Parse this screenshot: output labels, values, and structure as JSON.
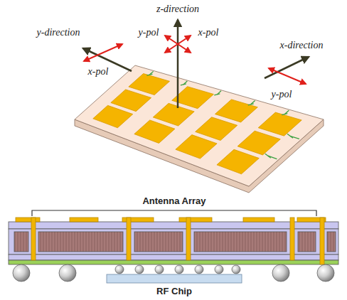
{
  "diagram": {
    "labels": [
      "z-direction",
      "y-pol",
      "x-pol",
      "y-direction",
      "x-pol",
      "x-direction",
      "y-pol",
      "Antenna Array",
      "RF Chip"
    ]
  }
}
